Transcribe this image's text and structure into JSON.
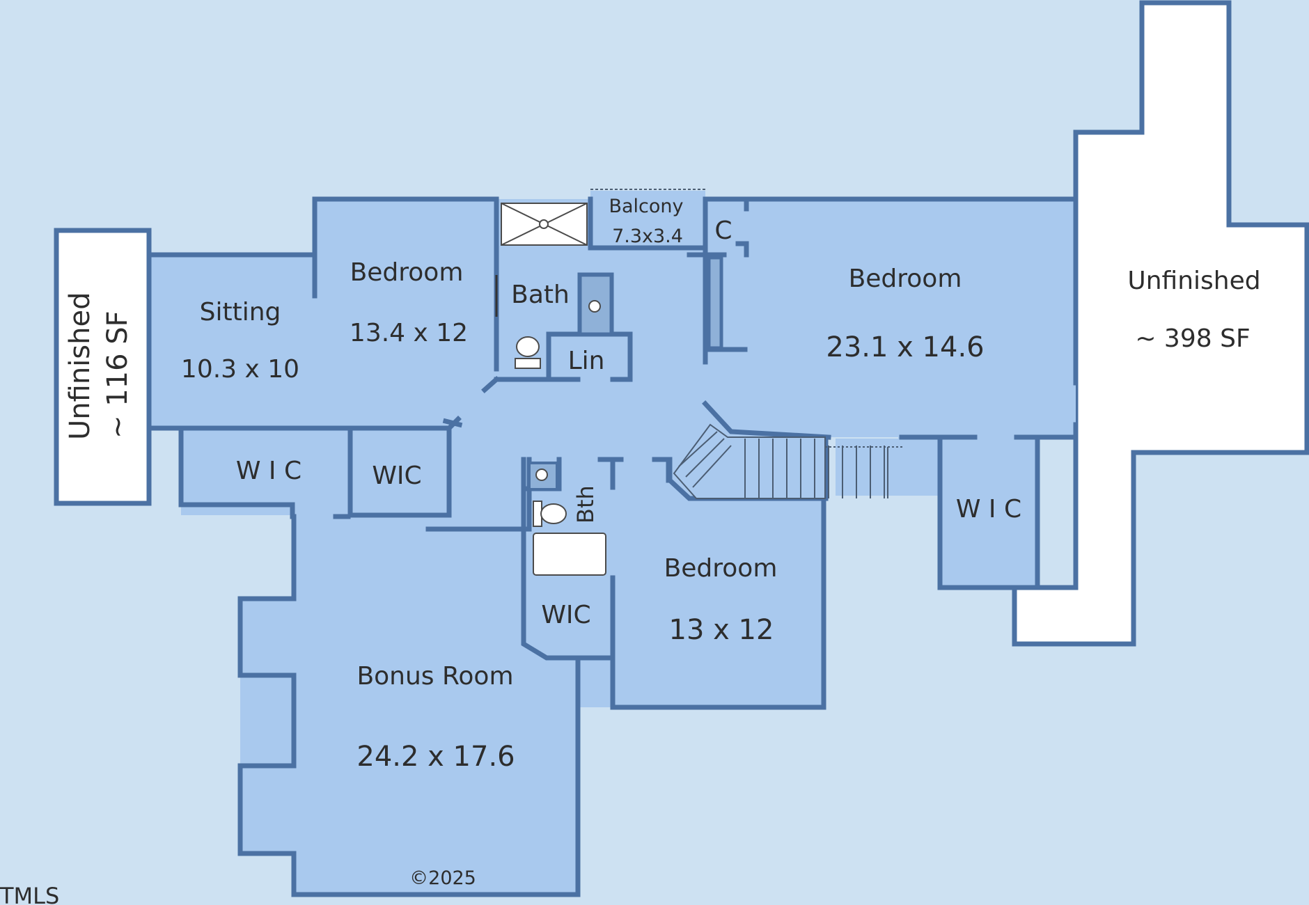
{
  "rooms": {
    "unfinished_left": {
      "name": "Unfinished",
      "size": "~ 116 SF"
    },
    "sitting": {
      "name": "Sitting",
      "size": "10.3 x 10"
    },
    "bedroom_nw": {
      "name": "Bedroom",
      "size": "13.4 x 12"
    },
    "bath_upper": {
      "name": "Bath"
    },
    "linen": {
      "name": "Lin"
    },
    "balcony": {
      "name": "Balcony",
      "size": "7.3x3.4"
    },
    "closet": {
      "name": "C"
    },
    "bedroom_ne": {
      "name": "Bedroom",
      "size": "23.1 x 14.6"
    },
    "unfinished_right": {
      "name": "Unfinished",
      "size": "~ 398 SF"
    },
    "wic_west": {
      "name": "W I C"
    },
    "wic_center": {
      "name": "WIC"
    },
    "bath_lower": {
      "name": "Bth"
    },
    "wic_east": {
      "name": "W I C"
    },
    "wic_south": {
      "name": "WIC"
    },
    "bedroom_s": {
      "name": "Bedroom",
      "size": "13 x 12"
    },
    "bonus": {
      "name": "Bonus Room",
      "size": "24.2 x 17.6"
    }
  },
  "copyright": "©2025",
  "watermark": "TMLS",
  "colors": {
    "background": "#cde1f2",
    "room_fill": "#a9c9ee",
    "wall": "#4b71a3",
    "unfinished_fill": "#ffffff"
  }
}
